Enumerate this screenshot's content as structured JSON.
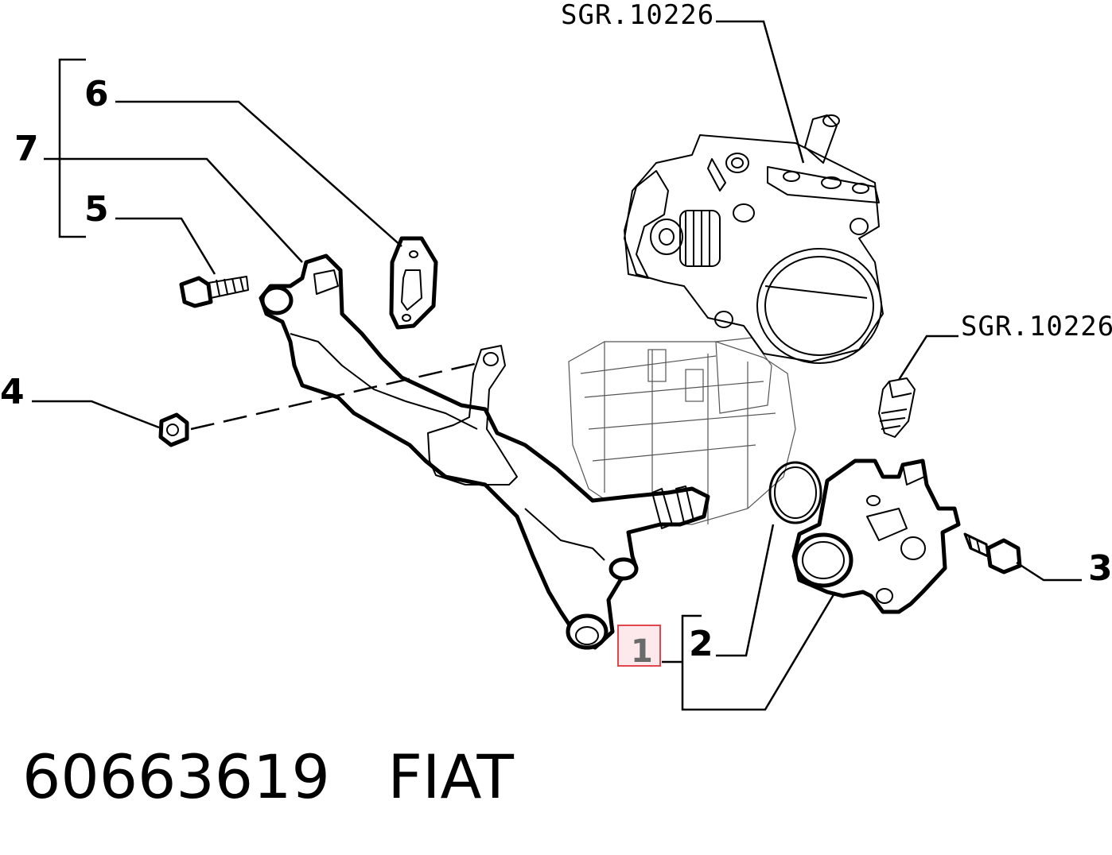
{
  "callouts": {
    "c1": "1",
    "c2": "2",
    "c3": "3",
    "c4": "4",
    "c5": "5",
    "c6": "6",
    "c7": "7"
  },
  "references": {
    "top": "SGR.10226",
    "right": "SGR.10226"
  },
  "highlight": {
    "part_number": "1",
    "color": "#e0464e",
    "fill": "#fde9ec"
  },
  "caption": {
    "part_code": "60663619",
    "brand": "FIAT"
  }
}
